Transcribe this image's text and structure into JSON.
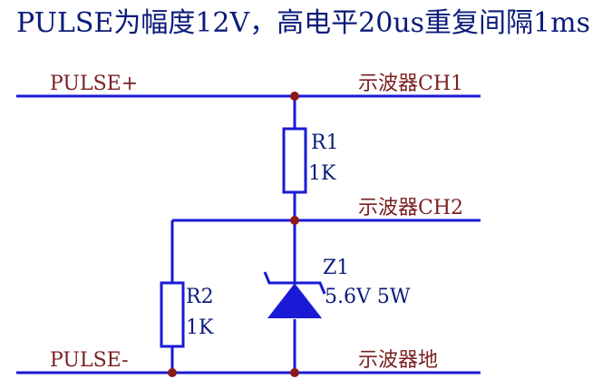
{
  "title": "PULSE为幅度12V，高电平20us重复间隔1ms",
  "labels": {
    "pulse_plus": "PULSE+",
    "pulse_minus": "PULSE-",
    "scope_ch1": "示波器CH1",
    "scope_ch2": "示波器CH2",
    "scope_ground": "示波器地"
  },
  "components": {
    "r1_name": "R1",
    "r1_value": "1K",
    "r2_name": "R2",
    "r2_value": "1K",
    "z1_name": "Z1",
    "z1_value": "5.6V 5W"
  },
  "colors": {
    "wire": "#1a1ad6",
    "junction": "#8b1a1a",
    "label_net": "#7a1f1f",
    "label_comp": "#0b1b7a"
  }
}
